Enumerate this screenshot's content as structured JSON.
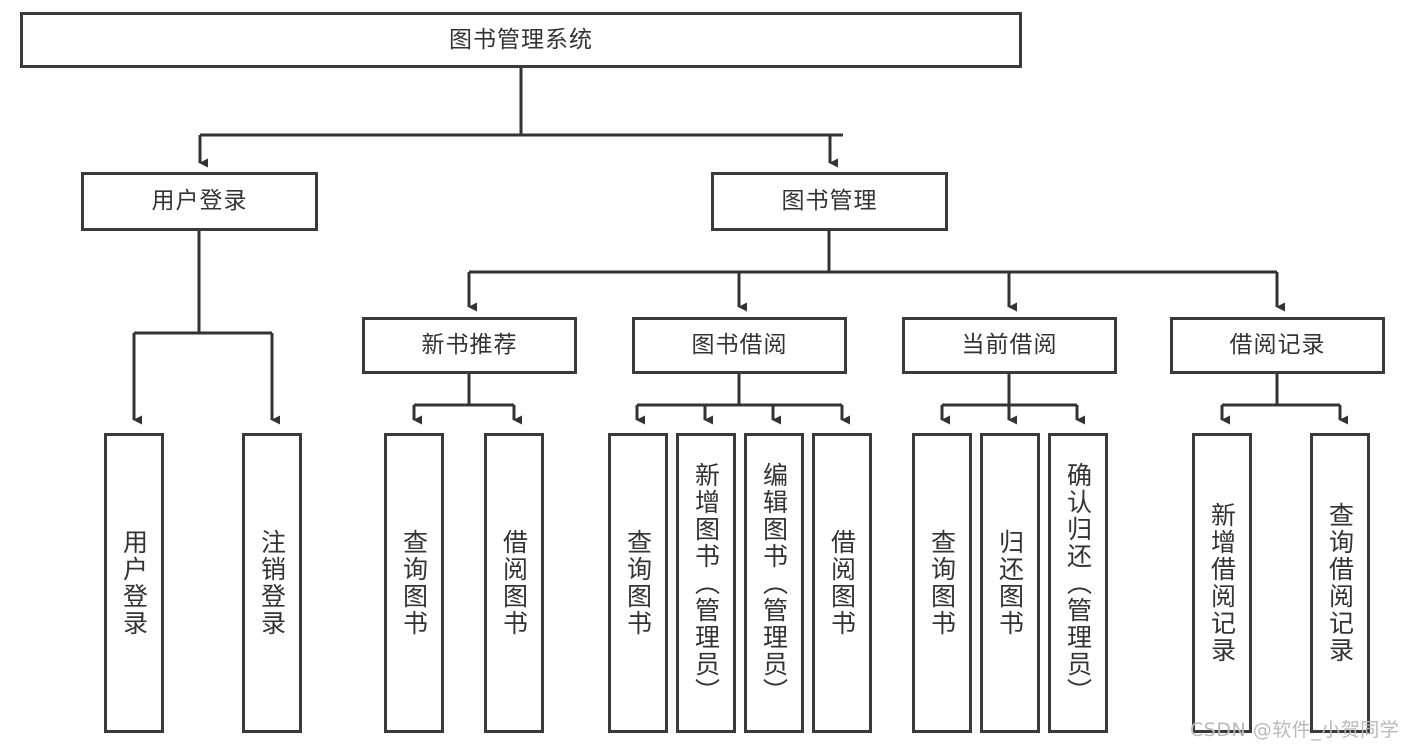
{
  "diagram": {
    "title": "图书管理系统",
    "type": "tree-hierarchy",
    "watermark": "CSDN @软件_小贺同学",
    "colors": {
      "box_border": "#3a3a3a",
      "background": "#ffffff",
      "text": "#333333",
      "connector": "#333333",
      "watermark": "#b9b9b9"
    },
    "root": {
      "label": "图书管理系统"
    },
    "level2": [
      {
        "label": "用户登录"
      },
      {
        "label": "图书管理"
      }
    ],
    "level3": [
      {
        "label": "新书推荐"
      },
      {
        "label": "图书借阅"
      },
      {
        "label": "当前借阅"
      },
      {
        "label": "借阅记录"
      }
    ],
    "leaves": {
      "user_login": [
        {
          "label": "用户登录"
        },
        {
          "label": "注销登录"
        }
      ],
      "new_book_recommend": [
        {
          "label": "查询图书"
        },
        {
          "label": "借阅图书"
        }
      ],
      "book_borrow": [
        {
          "label": "查询图书"
        },
        {
          "label": "新增图书（管理员）"
        },
        {
          "label": "编辑图书（管理员）"
        },
        {
          "label": "借阅图书"
        }
      ],
      "current_borrow": [
        {
          "label": "查询图书"
        },
        {
          "label": "归还图书"
        },
        {
          "label": "确认归还（管理员）"
        }
      ],
      "borrow_record": [
        {
          "label": "新增借阅记录"
        },
        {
          "label": "查询借阅记录"
        }
      ]
    }
  }
}
